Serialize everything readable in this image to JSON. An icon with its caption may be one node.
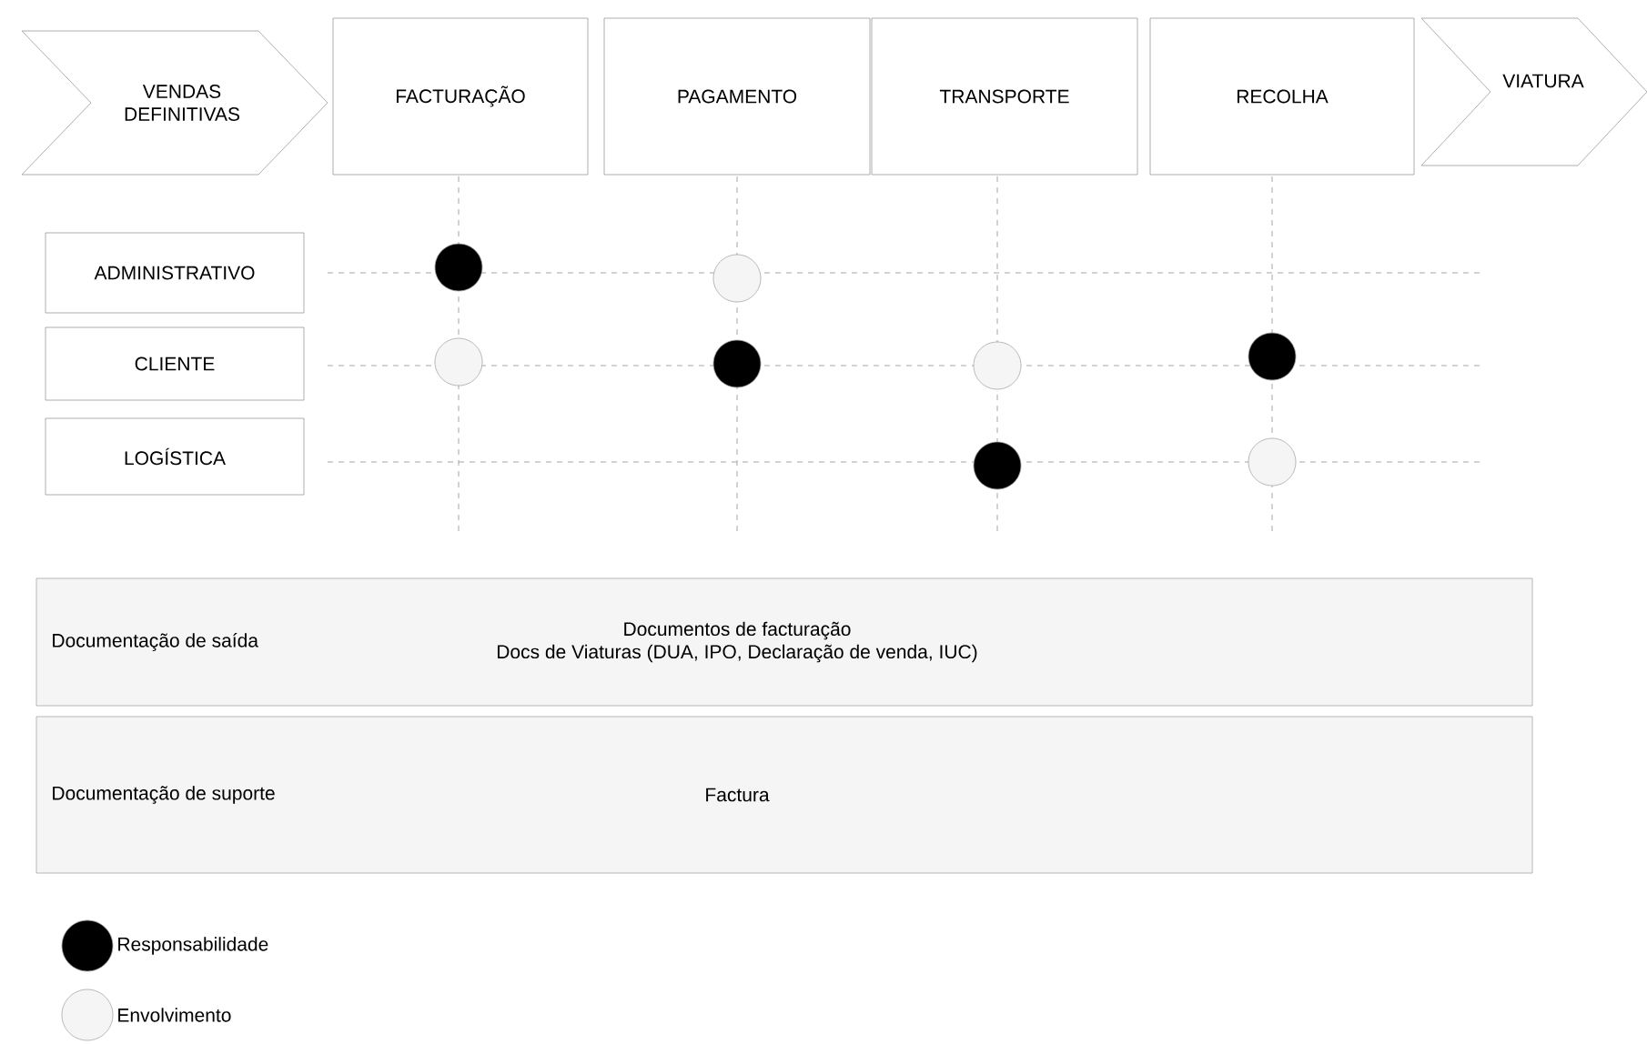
{
  "diagram": {
    "nodes": [
      {
        "text": [
          "VENDAS DEFINITIVAS"
        ]
      },
      {
        "text": [
          "FACTURAÇÃO"
        ]
      },
      {
        "text": [
          "PAGAMENTO"
        ]
      },
      {
        "text": [
          "TRANSPORTE"
        ]
      },
      {
        "text": [
          "RECOLHA"
        ]
      },
      {
        "text": [
          "VIATURA"
        ]
      },
      {
        "text": [
          "ADMINISTRATIVO"
        ]
      },
      {
        "text": [
          "CLIENTE"
        ]
      },
      {
        "text": [
          "LOGÍSTICA"
        ]
      },
      {
        "text": [
          "Documentação de saída",
          "Documentos de facturação",
          "Docs de Viaturas (DUA, IPO, Declaração de venda, IUC)"
        ]
      },
      {
        "text": [
          "Documentação de suporte",
          "Factura"
        ]
      },
      {
        "text": [],
        "shape": "dot"
      },
      {
        "text": [],
        "shape": "circle"
      },
      {
        "text": [],
        "shape": "circle"
      },
      {
        "text": [],
        "shape": "dot"
      },
      {
        "text": [],
        "shape": "circle"
      },
      {
        "text": [],
        "shape": "dot"
      },
      {
        "text": [],
        "shape": "dot"
      },
      {
        "text": [],
        "shape": "circle"
      }
    ],
    "legend": [
      {
        "text": "Responsabilidade",
        "color": "#000000"
      },
      {
        "text": "Envolvimento",
        "color": "#f5f5f5"
      }
    ]
  }
}
